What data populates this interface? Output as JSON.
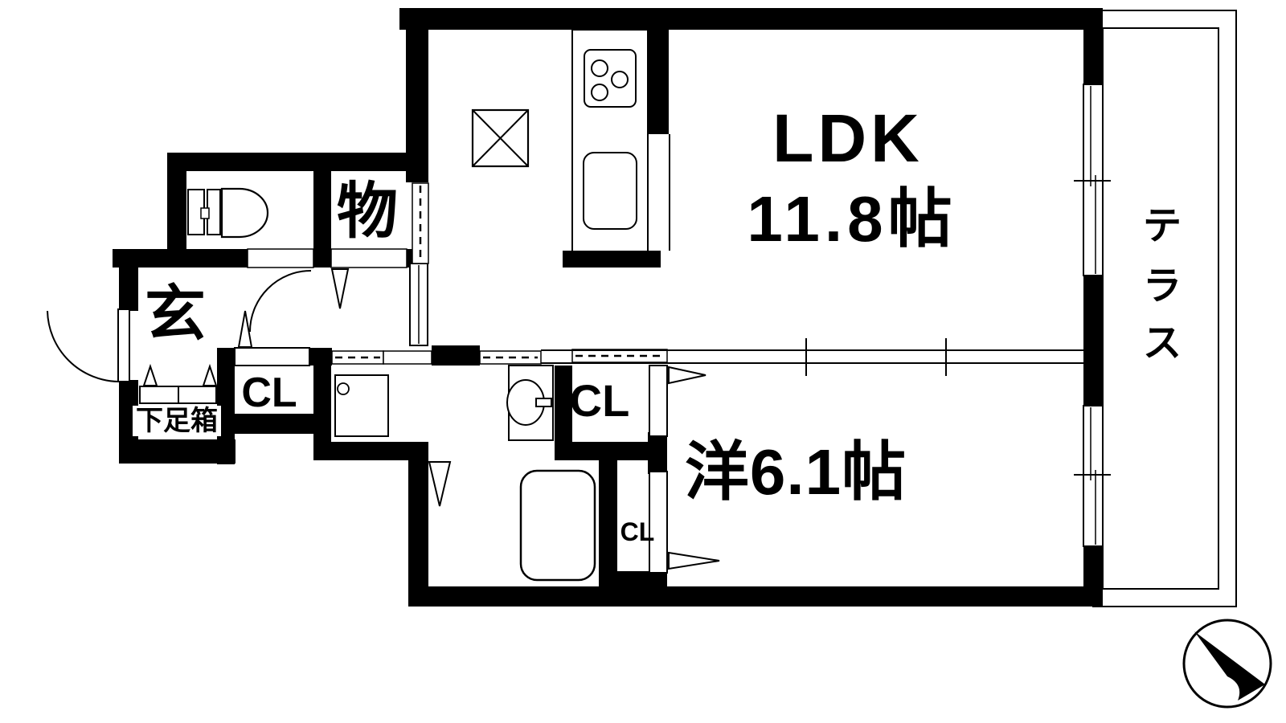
{
  "colors": {
    "wall": "#000000",
    "background": "#ffffff",
    "line": "#000000"
  },
  "rooms": {
    "ldk": {
      "label": "LDK",
      "size": "11.8帖"
    },
    "western": {
      "label": "洋6.1帖"
    },
    "entrance": {
      "label": "玄"
    },
    "storage": {
      "label": "物"
    },
    "closet_hall": {
      "label": "CL"
    },
    "closet_west_upper": {
      "label": "CL"
    },
    "closet_west_lower": {
      "label": "CL"
    },
    "shoe_box": {
      "label": "下足箱"
    },
    "terrace": {
      "label": "テラス",
      "chars": [
        "テ",
        "ラ",
        "ス"
      ]
    }
  },
  "fixtures": [
    "kitchen-counter",
    "stove-3-burner",
    "kitchen-sink",
    "refrigerator-space",
    "toilet",
    "wash-basin",
    "washing-machine-pan",
    "bathtub",
    "entry-door-swing",
    "hall-door-swing",
    "sliding-doors",
    "windows",
    "compass-north-arrow"
  ]
}
